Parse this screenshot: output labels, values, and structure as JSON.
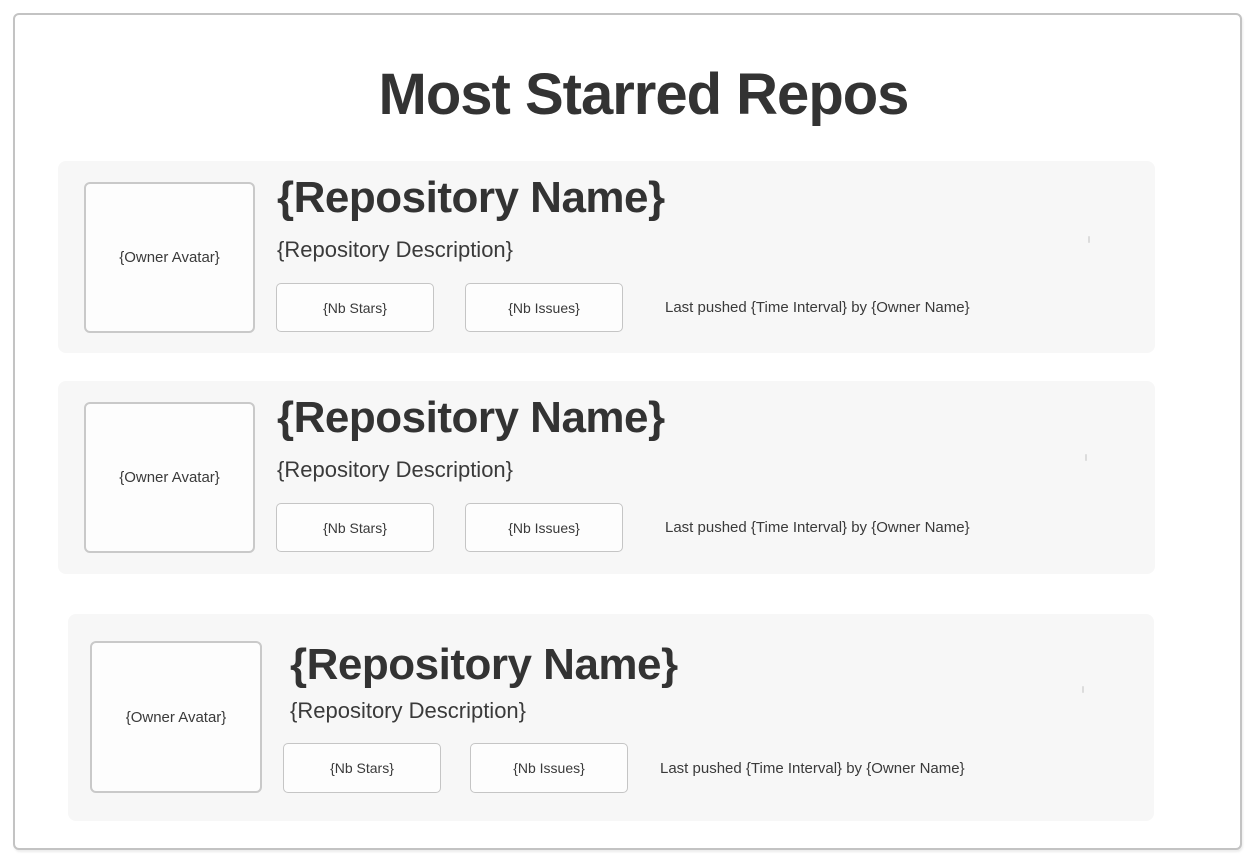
{
  "page": {
    "title": "Most Starred Repos"
  },
  "colors": {
    "card_background": "#f7f7f7",
    "frame_border": "#c3c3c3",
    "box_border": "#c9c9c9",
    "text": "#333333"
  },
  "cards": [
    {
      "avatar_label": "{Owner Avatar}",
      "name": "{Repository Name}",
      "description": "{Repository Description}",
      "stars_label": "{Nb Stars}",
      "issues_label": "{Nb Issues}",
      "last_pushed": "Last pushed {Time Interval} by {Owner Name}"
    },
    {
      "avatar_label": "{Owner Avatar}",
      "name": "{Repository Name}",
      "description": "{Repository Description}",
      "stars_label": "{Nb Stars}",
      "issues_label": "{Nb Issues}",
      "last_pushed": "Last pushed {Time Interval} by {Owner Name}"
    },
    {
      "avatar_label": "{Owner Avatar}",
      "name": "{Repository Name}",
      "description": "{Repository Description}",
      "stars_label": "{Nb Stars}",
      "issues_label": "{Nb Issues}",
      "last_pushed": "Last pushed {Time Interval} by {Owner Name}"
    }
  ]
}
